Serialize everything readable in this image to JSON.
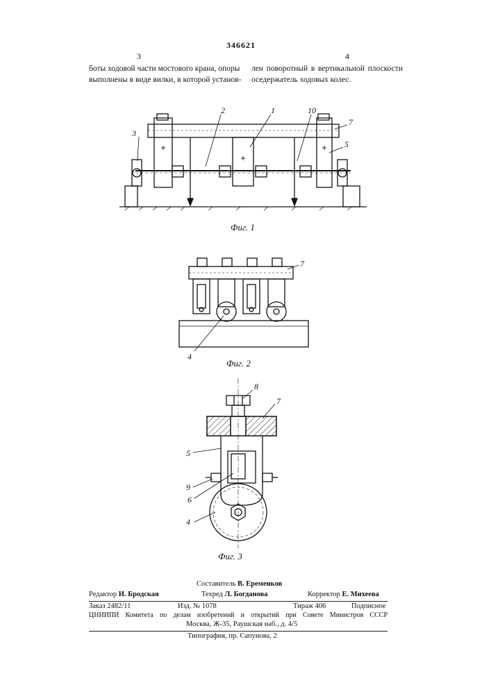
{
  "patent_number": "346621",
  "columns": [
    {
      "number": "3",
      "lines": [
        "боты ходовой части мостового крана, опоры",
        "выполнены в виде вилки, в которой установ-"
      ]
    },
    {
      "number": "4",
      "lines": [
        "лен поворотный в вертикальной плоскости",
        "оседержатель ходовых колес."
      ]
    }
  ],
  "figures": [
    {
      "caption": "Фиг. 1",
      "callouts": [
        "1",
        "2",
        "3",
        "5",
        "7",
        "10"
      ]
    },
    {
      "caption": "Фиг. 2",
      "callouts": [
        "4",
        "7"
      ]
    },
    {
      "caption": "Фиг. 3",
      "callouts": [
        "4",
        "5",
        "6",
        "7",
        "8",
        "9"
      ]
    }
  ],
  "imprint": {
    "compiler_label": "Составитель",
    "compiler": "В. Еременков",
    "editor_label": "Редактор",
    "editor": "И. Бродская",
    "techred_label": "Техред",
    "techred": "Л. Богданова",
    "corrector_label": "Корректор",
    "corrector": "Е. Михеева",
    "order": "Заказ 2482/11",
    "edition": "Изд. № 1078",
    "circulation": "Тираж 406",
    "subscription": "Подписное",
    "institute": "ЦНИИПИ Комитета по делам изобретений и открытий при Совете Министров СССР",
    "address": "Москва, Ж-35, Раушская наб., д. 4/5",
    "printing": "Типография, пр. Сапунова, 2"
  }
}
